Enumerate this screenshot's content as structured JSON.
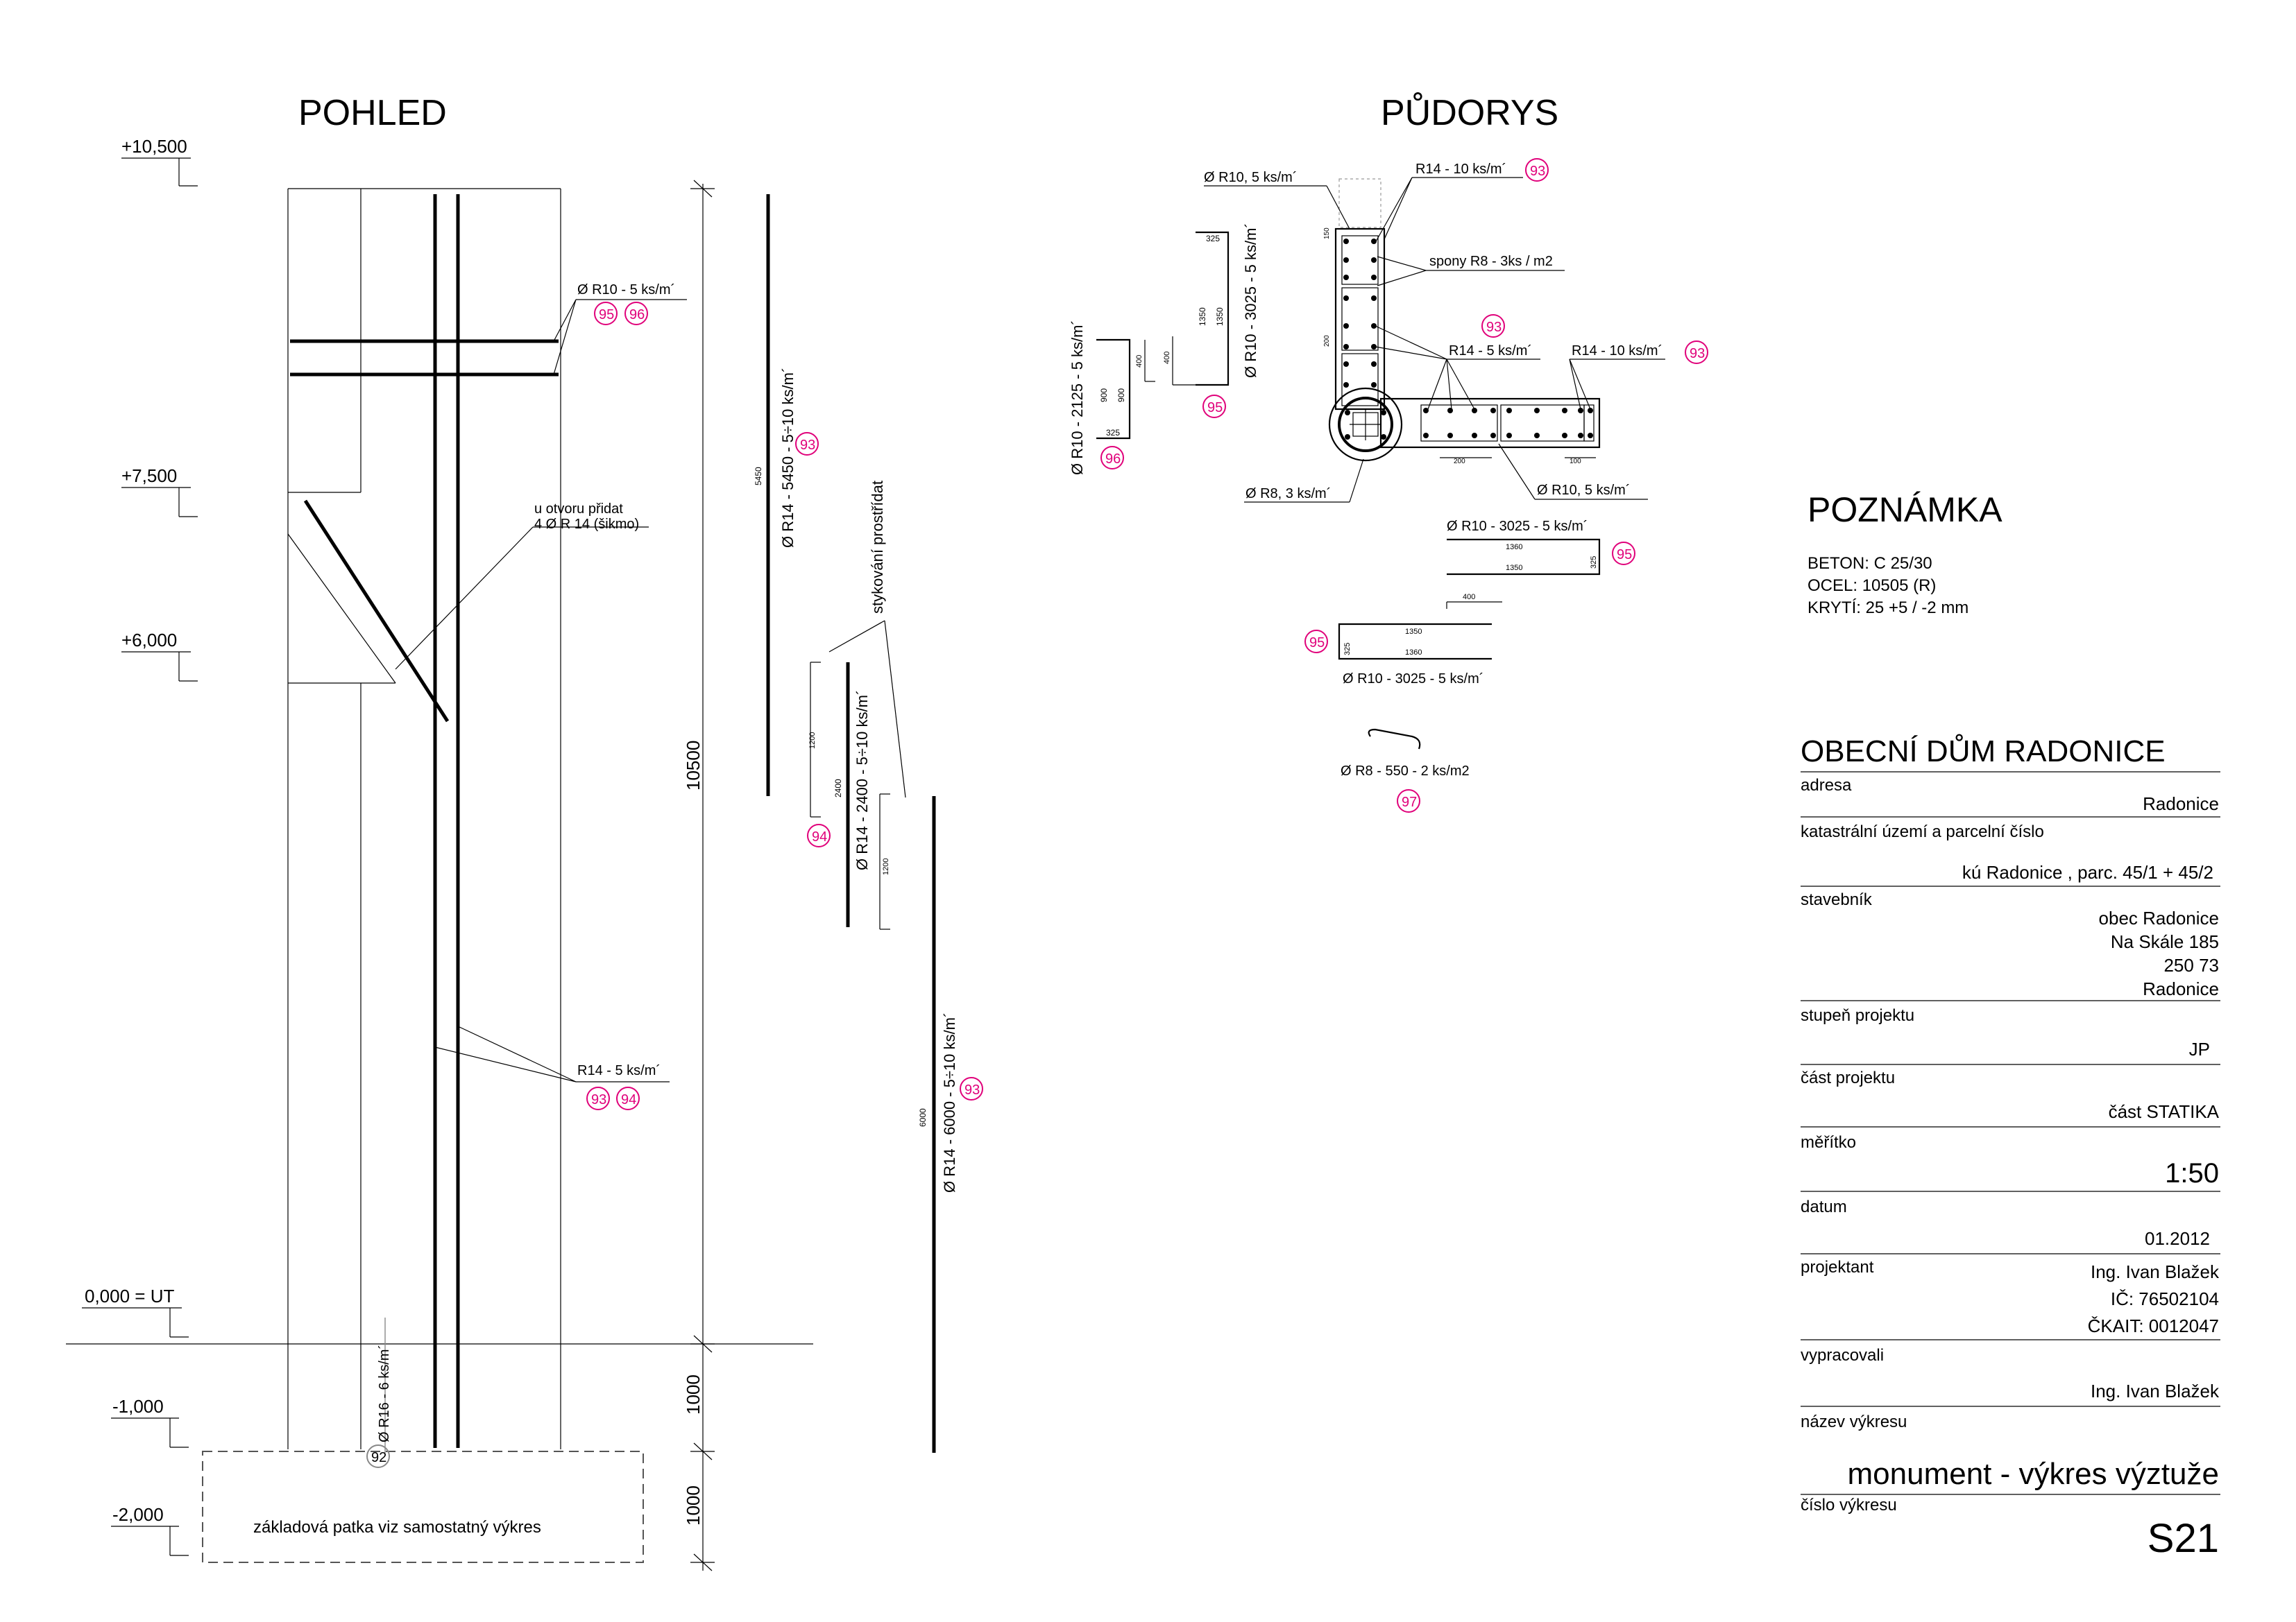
{
  "views": {
    "elevation_title": "POHLED",
    "plan_title": "PŮDORYS"
  },
  "levels": [
    "+10,500",
    "+7,500",
    "+6,000",
    "0,000 = UT",
    "-1,000",
    "-2,000"
  ],
  "elevation": {
    "r10_label": "Ø R10 - 5 ks/m´",
    "opening_note_1": "u otvoru přidat",
    "opening_note_2": "4 Ø R 14 (šikmo)",
    "r14_label": "R14 - 5 ks/m´",
    "r16_label": "Ø R16 - 6 ks/m´",
    "foundation_note": "základová patka viz samostatný výkres",
    "dim_total": "10500",
    "dim_1000_a": "1000",
    "dim_1000_b": "1000"
  },
  "bars": {
    "b93_long": "Ø R14 - 5450 - 5÷10 ks/m´",
    "b93_len": "5450",
    "splice_note": "stykování prostřídat",
    "b94": "Ø R14 - 2400 - 5÷10 ks/m´",
    "b94_len": "2400",
    "b94_dim": "1200",
    "b93_6000": "Ø R14 - 6000 - 5÷10 ks/m´",
    "b93_6000_len": "6000",
    "b93_6000_dim": "1200",
    "b95": "Ø R10 - 3025 - 5 ks/m´",
    "b95_d1": "325",
    "b95_d2": "1350",
    "b95_d3": "1350",
    "b95_d4": "400",
    "b96": "Ø R10 - 2125 - 5 ks/m´",
    "b96_d1": "900",
    "b96_d2": "900",
    "b96_d3": "325",
    "b96_d4": "400"
  },
  "plan": {
    "r10_top": "Ø R10, 5 ks/m´",
    "r14_top": "R14 - 10 ks/m´",
    "spony": "spony R8 - 3ks / m2",
    "r14_5": "R14 - 5 ks/m´",
    "r14_10": "R14 - 10 ks/m´",
    "r8_3": "Ø R8, 3 ks/m´",
    "r10_right": "Ø R10, 5 ks/m´",
    "dim_150": "150",
    "dim_200": "200",
    "dim_100": "100"
  },
  "shapes": {
    "b95a_label": "Ø R10 - 3025 - 5 ks/m´",
    "b95a_top": "1360",
    "b95a_bot": "1350",
    "b95a_side": "325",
    "b95a_dim": "400",
    "b95b_top": "1350",
    "b95b_bot": "1360",
    "b95b_side": "325",
    "b95b_label": "Ø R10 - 3025 - 5 ks/m´",
    "b97_label": "Ø R8 - 550 - 2 ks/m2"
  },
  "marks": {
    "m92": "92",
    "m93": "93",
    "m94": "94",
    "m95": "95",
    "m96": "96",
    "m97": "97"
  },
  "note": {
    "heading": "POZNÁMKA",
    "line1": "BETON: C 25/30",
    "line2": "OCEL: 10505 (R)",
    "line3": "KRYTÍ: 25  +5 / -2 mm"
  },
  "titleblock": {
    "project": "OBECNÍ DŮM RADONICE",
    "adresa_label": "adresa",
    "adresa": "Radonice",
    "katastr_label": "katastrální území a parcelní číslo",
    "katastr": "kú Radonice , parc. 45/1 + 45/2",
    "stavebnik_label": "stavebník",
    "stavebnik_1": "obec Radonice",
    "stavebnik_2": "Na Skále 185",
    "stavebnik_3": "250 73",
    "stavebnik_4": "Radonice",
    "stupen_label": "stupeň projektu",
    "stupen": "JP",
    "cast_label": "část projektu",
    "cast": "část STATIKA",
    "meritko_label": "měřítko",
    "meritko": "1:50",
    "datum_label": "datum",
    "datum": "01.2012",
    "projektant_label": "projektant",
    "projektant_1": "Ing. Ivan Blažek",
    "projektant_2": "IČ: 76502104",
    "projektant_3": "ČKAIT: 0012047",
    "vypracovali_label": "vypracovali",
    "vypracovali": "Ing. Ivan Blažek",
    "nazev_label": "název výkresu",
    "nazev": "monument - výkres výztuže",
    "cislo_label": "číslo výkresu",
    "cislo": "S21"
  }
}
